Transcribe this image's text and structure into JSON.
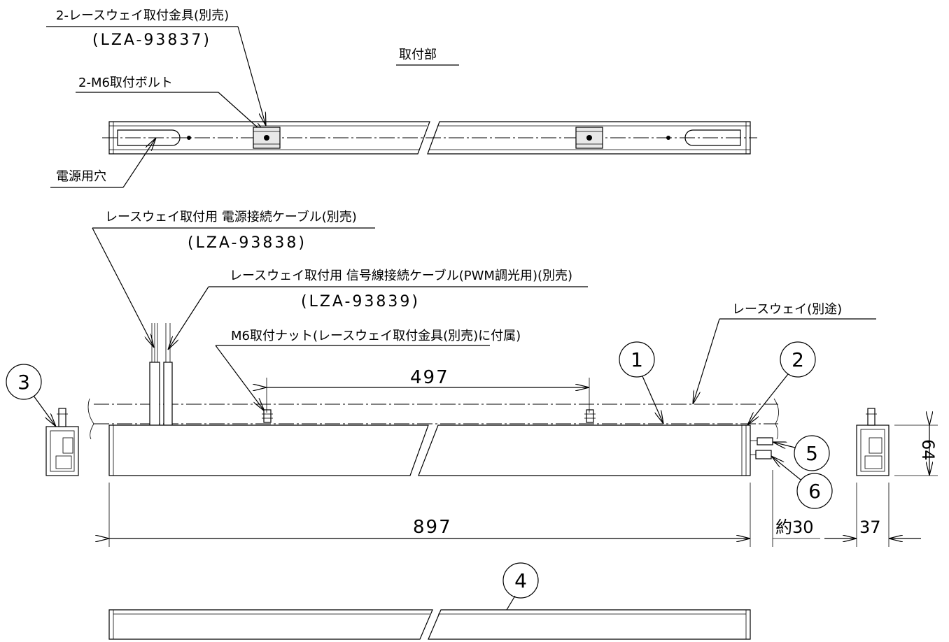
{
  "mounting_section": {
    "title": "取付部",
    "bracket_label": "2-レースウェイ取付金具(別売)",
    "bracket_code": "(LZA-93837)",
    "bolt_label": "2-M6取付ボルト",
    "power_hole_label": "電源用穴"
  },
  "cable_labels": {
    "power_cable": "レースウェイ取付用 電源接続ケーブル(別売)",
    "power_cable_code": "(LZA-93838)",
    "signal_cable": "レースウェイ取付用 信号線接続ケーブル(PWM調光用)(別売)",
    "signal_cable_code": "(LZA-93839)",
    "nut_label": "M6取付ナット(レースウェイ取付金具(別売)に付属)",
    "raceway_label": "レースウェイ(別途)"
  },
  "dimensions": {
    "bolt_pitch": "497",
    "overall_length": "897",
    "connector_length": "約30",
    "width": "37",
    "height": "64"
  },
  "balloons": [
    "1",
    "2",
    "3",
    "4",
    "5",
    "6"
  ]
}
